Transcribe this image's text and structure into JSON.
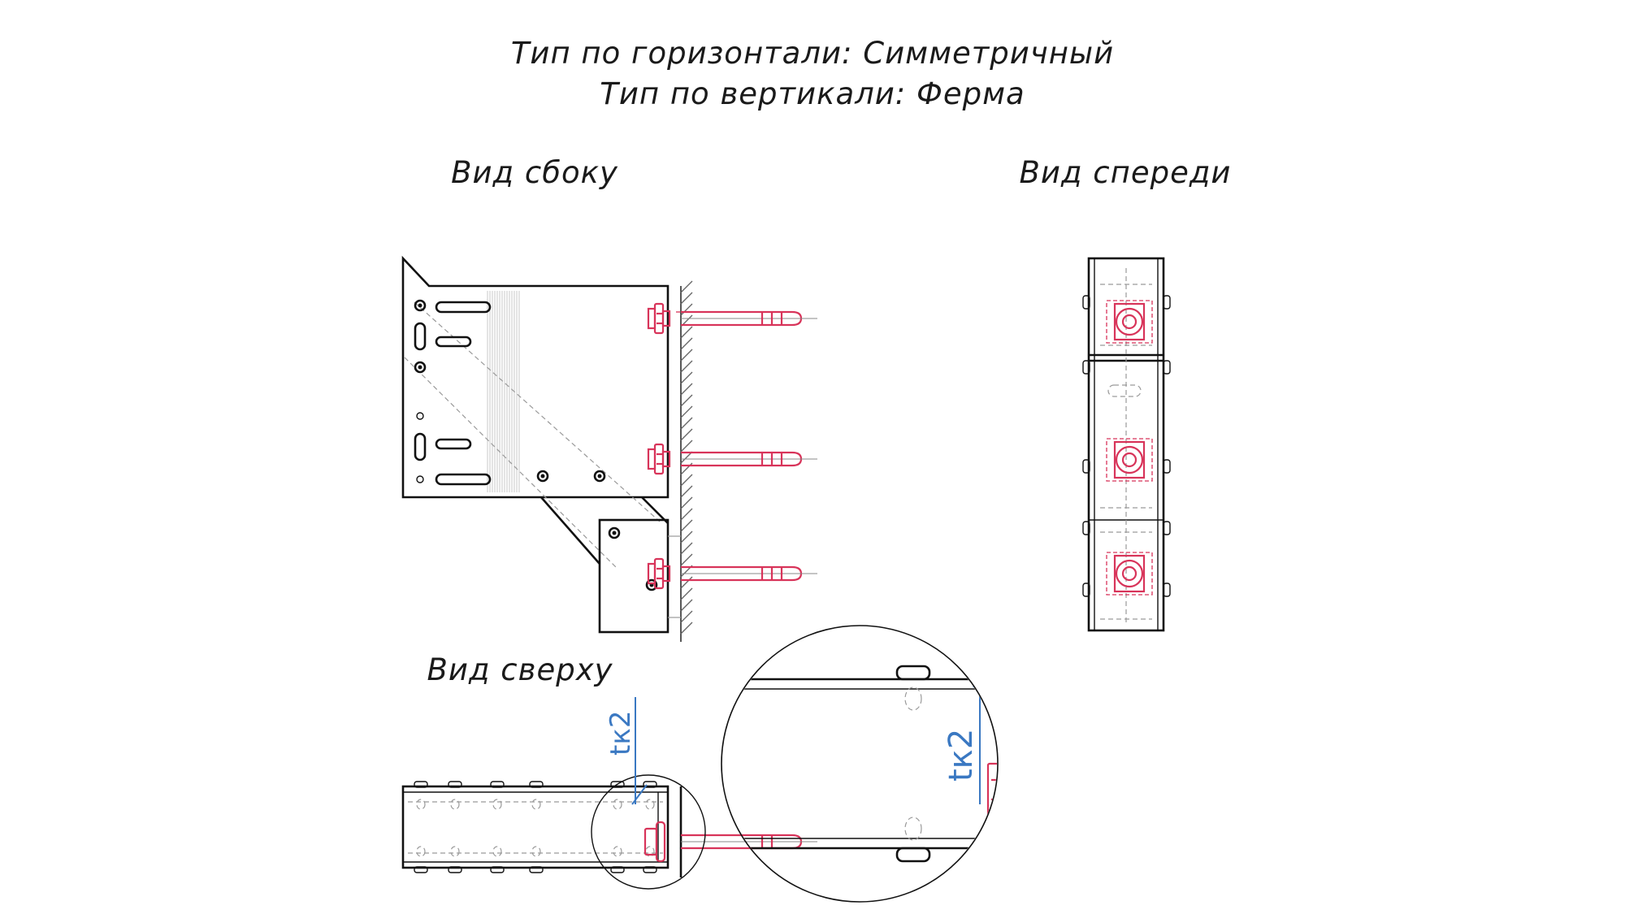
{
  "header": {
    "line1": "Тип по горизонтали: Симметричный",
    "line2": "Тип по вертикали: Ферма"
  },
  "views": {
    "side": "Вид сбоку",
    "front": "Вид спереди",
    "top": "Вид сверху"
  },
  "dimensions": {
    "tk2_small": "tк2",
    "tk2_detail": "tк2"
  },
  "colors": {
    "outline": "#111111",
    "anchor": "#d8345a",
    "dimension": "#3a78c2",
    "hidden": "#9a9a9a"
  }
}
